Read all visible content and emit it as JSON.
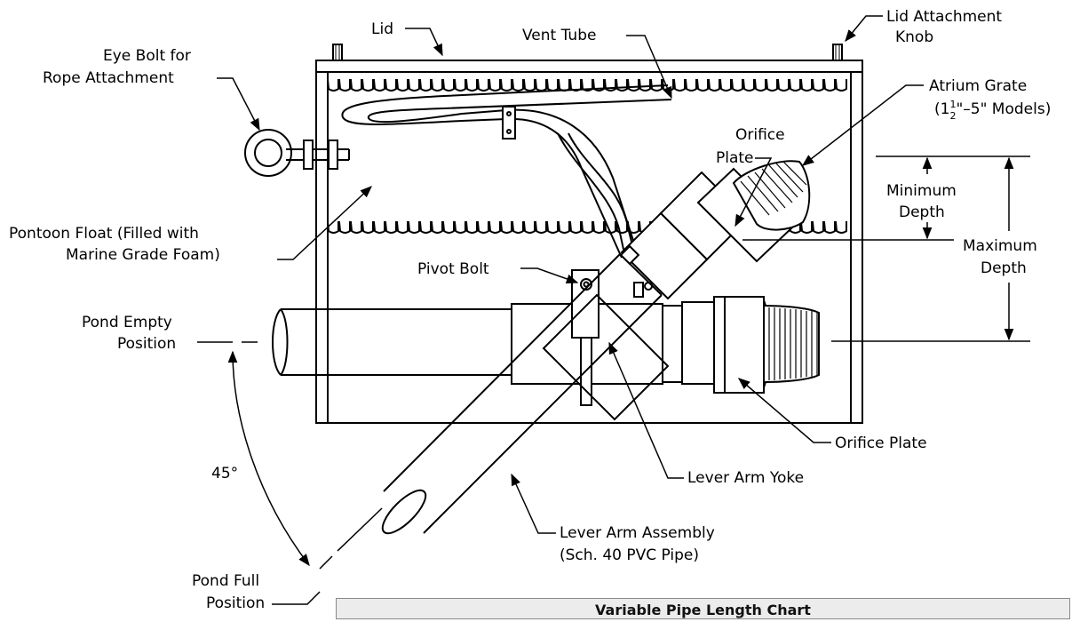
{
  "labels": {
    "lid": "Lid",
    "vent_tube": "Vent Tube",
    "lid_knob_1": "Lid Attachment",
    "lid_knob_2": "Knob",
    "eye_bolt_1": "Eye Bolt for",
    "eye_bolt_2": "Rope Attachment",
    "atrium_1": "Atrium Grate",
    "atrium_2a": "(1",
    "atrium_frac_num": "1",
    "atrium_frac_den": "2",
    "atrium_2b": "\"–5\" Models)",
    "orifice_top_1": "Orifice",
    "orifice_top_2": "Plate",
    "min_depth_1": "Minimum",
    "min_depth_2": "Depth",
    "max_depth_1": "Maximum",
    "max_depth_2": "Depth",
    "pontoon_1": "Pontoon Float (Filled with",
    "pontoon_2": "Marine Grade Foam)",
    "pivot_bolt": "Pivot Bolt",
    "pond_empty_1": "Pond Empty",
    "pond_empty_2": "Position",
    "orifice_bottom": "Orifice Plate",
    "lever_yoke": "Lever Arm Yoke",
    "angle": "45°",
    "lever_assembly_1": "Lever Arm Assembly",
    "lever_assembly_2": "(Sch. 40 PVC Pipe)",
    "pond_full_1": "Pond Full",
    "pond_full_2": "Position"
  },
  "chart_table": {
    "title": "Variable Pipe Length Chart"
  }
}
